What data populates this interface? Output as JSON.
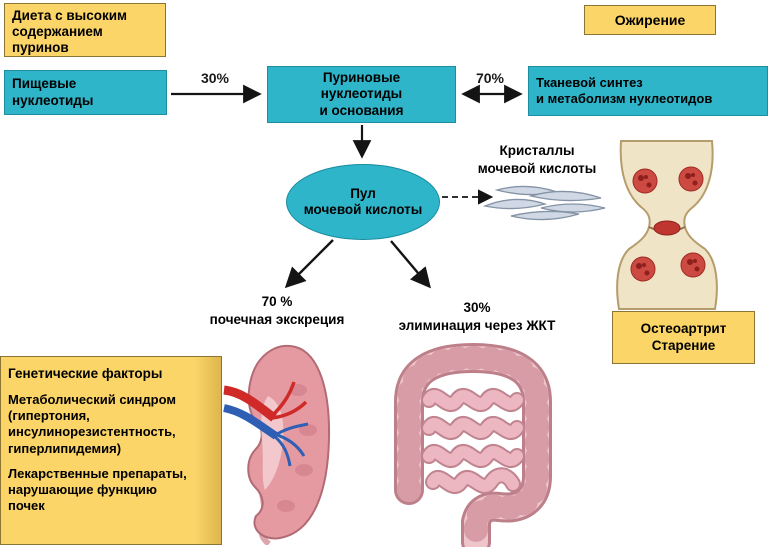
{
  "colors": {
    "yellow": "#fbd567",
    "cyan": "#2fb5c9",
    "arrow": "#141414"
  },
  "nodes": {
    "diet": "Диета с высоким\n содержанием\nпуринов",
    "obesity": "Ожирение",
    "food": "Пищевые\nнуклеотиды",
    "purine": "Пуриновые\nнуклеотиды\nи основания",
    "tissue": "Тканевой синтез\nи метаболизм нуклеотидов",
    "pool": "Пул\nмочевой кислоты",
    "crystals": "Кристаллы\nмочевой кислоты",
    "osteo": "Остеоартрит\nСтарение",
    "renal": "70 %\nпочечная экскреция",
    "gi": "30%\nэлиминация через ЖКТ"
  },
  "edges": {
    "intake_pct": "30%",
    "tissue_pct": "70%"
  },
  "genetic": {
    "title": "Генетические факторы",
    "metabolic": "Метаболический синдром\n(гипертония,\nинсулинорезистентность,\nгиперлипидемия)",
    "drugs": "Лекарственные препараты,\nнарушающие функцию\nпочек"
  },
  "figures": {
    "kidney": "kidney-illustration",
    "intestine": "intestine-illustration",
    "joint": "osteoarthritic-joint-illustration",
    "crystals": "uric-acid-crystals-illustration"
  }
}
